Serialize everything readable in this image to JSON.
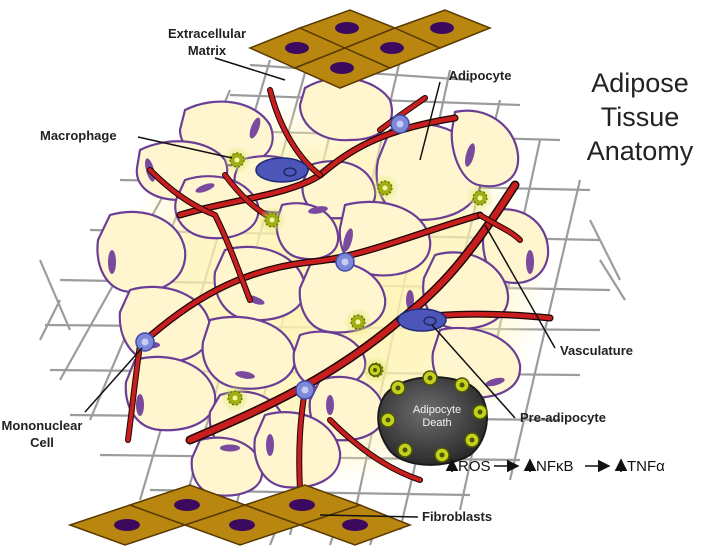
{
  "title": {
    "line1": "Adipose",
    "line2": "Tissue",
    "line3": "Anatomy"
  },
  "labels": {
    "extracellular_matrix_line1": "Extracellular",
    "extracellular_matrix_line2": "Matrix",
    "adipocyte": "Adipocyte",
    "macrophage": "Macrophage",
    "vasculature": "Vasculature",
    "mononuclear_line1": "Mononuclear",
    "mononuclear_line2": "Cell",
    "pre_adipocyte": "Pre-adipocyte",
    "fibroblasts": "Fibroblasts"
  },
  "death": {
    "line1": "Adipocyte",
    "line2": "Death"
  },
  "pathway": {
    "ros": "ROS",
    "nfkb": "NFκB",
    "tnfa": "TNFα"
  },
  "colors": {
    "adipocyte_fill": "#fff6cf",
    "adipocyte_border": "#6b3e96",
    "vessel": "#c81e1e",
    "macrophage": "#a8b81a",
    "fibroblast_tile": "#b9860f",
    "mononuclear": "#7e88d8"
  }
}
